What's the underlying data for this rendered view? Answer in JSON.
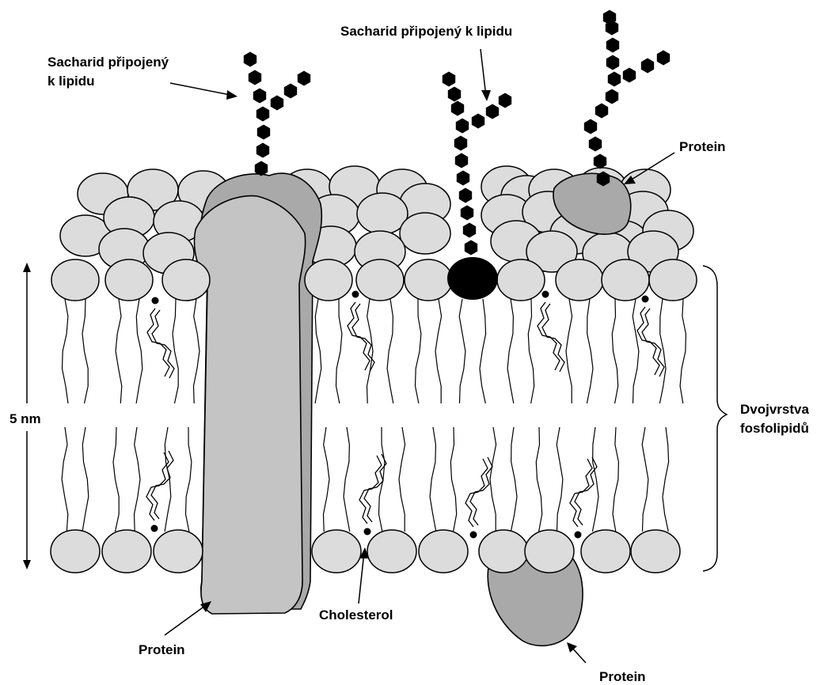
{
  "labels": {
    "glycolipid_left_line1": "Sacharid připojený",
    "glycolipid_left_line2": "k lipidu",
    "glycolipid_top": "Sacharid připojený k lipidu",
    "protein_top_right": "Protein",
    "bilayer_line1": "Dvojvrstva",
    "bilayer_line2": "fosfolipidů",
    "thickness": "5 nm",
    "cholesterol": "Cholesterol",
    "protein_bottom_left": "Protein",
    "protein_bottom_right": "Protein"
  },
  "colors": {
    "head_fill": "#dcdcdc",
    "protein_fill": "#a9a9a9",
    "sugar_fill": "#000000"
  }
}
